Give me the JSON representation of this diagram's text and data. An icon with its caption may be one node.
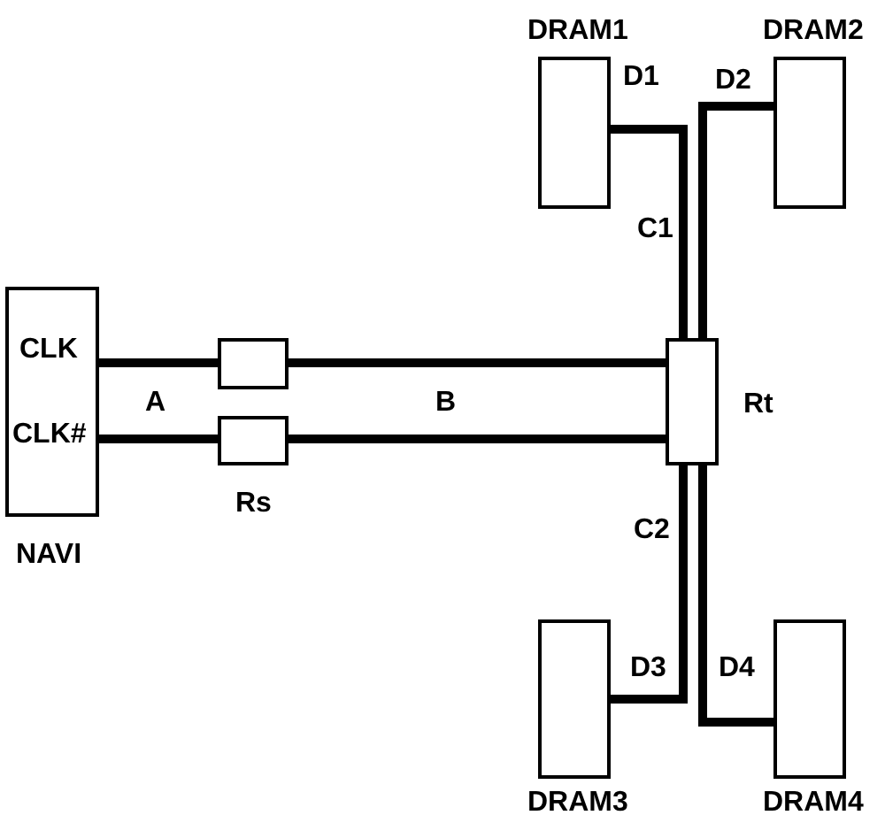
{
  "diagram": {
    "nodes": [
      {
        "text": [
          "CLK",
          "CLK#",
          "NAVI"
        ]
      },
      {
        "text": [],
        "shape": "box"
      },
      {
        "text": [],
        "shape": "box",
        "beside": [
          "Rs"
        ]
      },
      {
        "text": [],
        "shape": "box",
        "beside": [
          "Rt"
        ]
      },
      {
        "text": [
          "DRAM1"
        ]
      },
      {
        "text": [
          "DRAM2"
        ]
      },
      {
        "text": [
          "DRAM3"
        ]
      },
      {
        "text": [
          "DRAM4"
        ]
      }
    ],
    "edges": [
      {
        "from": 0,
        "to": 1,
        "arrow": "none"
      },
      {
        "from": 0,
        "to": 2,
        "arrow": "none"
      },
      {
        "from": 1,
        "to": 3,
        "arrow": "none"
      },
      {
        "from": 2,
        "to": 3,
        "arrow": "none"
      },
      {
        "from": 3,
        "to": 4,
        "arrow": "none"
      },
      {
        "from": 3,
        "to": 5,
        "arrow": "none"
      },
      {
        "from": 3,
        "to": 6,
        "arrow": "none"
      },
      {
        "from": 3,
        "to": 7,
        "arrow": "none"
      }
    ],
    "labels": [
      "D1",
      "D2",
      "C1",
      "A",
      "B",
      "C2",
      "D3",
      "D4"
    ]
  }
}
